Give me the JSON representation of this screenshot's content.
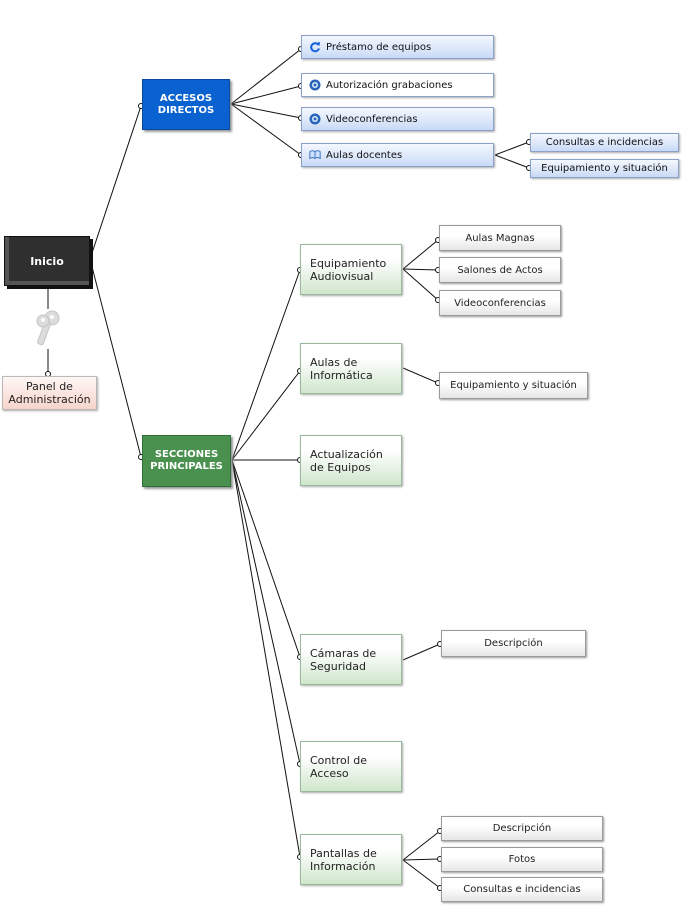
{
  "root": {
    "label": "Inicio"
  },
  "admin": {
    "label_line1": "Panel de",
    "label_line2": "Administración",
    "icon": "key-icon"
  },
  "accesos": {
    "label_line1": "ACCESOS",
    "label_line2": "DIRECTOS",
    "color": "#0a62d0",
    "items": [
      {
        "label": "Préstamo de equipos",
        "icon": "refresh-icon"
      },
      {
        "label": "Autorización grabaciones",
        "icon": "quicktime-icon"
      },
      {
        "label": "Videoconferencias",
        "icon": "quicktime-icon"
      },
      {
        "label": "Aulas docentes",
        "icon": "book-icon"
      }
    ],
    "aulas_sub": [
      "Consultas e incidencias",
      "Equipamiento y situación"
    ]
  },
  "secciones": {
    "label_line1": "SECCIONES",
    "label_line2": "PRINCIPALES",
    "color": "#4a9150",
    "items": [
      {
        "line1": "Equipamiento",
        "line2": "Audiovisual",
        "children": [
          "Aulas Magnas",
          "Salones de Actos",
          "Videoconferencias"
        ]
      },
      {
        "line1": "Aulas de",
        "line2": "Informática",
        "children": [
          "Equipamiento y situación"
        ]
      },
      {
        "line1": "Actualización",
        "line2": "de Equipos",
        "children": []
      },
      {
        "line1": "Cámaras de",
        "line2": "Seguridad",
        "children": [
          "Descripción"
        ]
      },
      {
        "line1": "Control de",
        "line2": "Acceso",
        "children": []
      },
      {
        "line1": "Pantallas de",
        "line2": "Información",
        "children": [
          "Descripción",
          "Fotos",
          "Consultas e incidencias"
        ]
      }
    ]
  }
}
